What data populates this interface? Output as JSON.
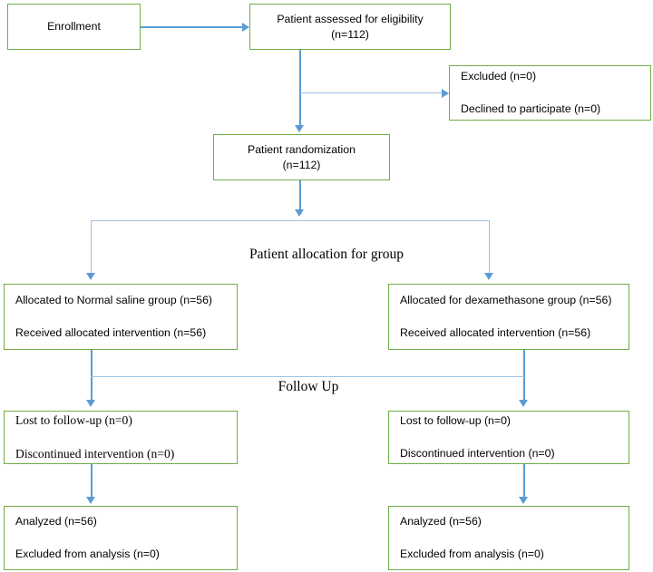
{
  "diagram": {
    "title": "CONSORT participant flow diagram",
    "colors": {
      "box_border": "#70AD47",
      "arrow": "#5B9BD5",
      "connector_light": "#9DC3E6",
      "text": "#000000",
      "background": "#ffffff"
    }
  },
  "stages": {
    "enrollment": {
      "label": "Enrollment"
    },
    "assessed": {
      "line1": "Patient assessed for eligibility",
      "line2": "(n=112)"
    },
    "excluded": {
      "line1": "Excluded (n=0)",
      "line2": "Declined to participate (n=0)"
    },
    "randomization": {
      "line1": "Patient randomization",
      "line2": "(n=112)"
    },
    "allocation_label": "Patient allocation for group",
    "allocation_left": {
      "line1": "Allocated to Normal saline group (n=56)",
      "line2": "Received allocated intervention (n=56)"
    },
    "allocation_right": {
      "line1": "Allocated for dexamethasone group (n=56)",
      "line2": "Received allocated intervention (n=56)"
    },
    "followup_label": "Follow Up",
    "followup_left": {
      "line1": "Lost to follow-up (n=0)",
      "line2": "Discontinued intervention (n=0)"
    },
    "followup_right": {
      "line1": "Lost to follow-up (n=0)",
      "line2": "Discontinued intervention (n=0)"
    },
    "analysis_left": {
      "line1": "Analyzed (n=56)",
      "line2": "Excluded from analysis (n=0)"
    },
    "analysis_right": {
      "line1": "Analyzed (n=56)",
      "line2": "Excluded from analysis (n=0)"
    }
  },
  "chart_data": {
    "type": "diagram",
    "title": "CONSORT flow diagram",
    "nodes": [
      {
        "id": "enrollment",
        "label": "Enrollment",
        "n": null
      },
      {
        "id": "assessed",
        "label": "Patient assessed for eligibility",
        "n": 112
      },
      {
        "id": "excluded",
        "label": "Excluded",
        "n": 0
      },
      {
        "id": "declined",
        "label": "Declined to participate",
        "n": 0
      },
      {
        "id": "randomization",
        "label": "Patient randomization",
        "n": 112
      },
      {
        "id": "alloc_saline",
        "label": "Allocated to Normal saline group",
        "n": 56
      },
      {
        "id": "recv_saline",
        "label": "Received allocated intervention",
        "n": 56
      },
      {
        "id": "alloc_dexa",
        "label": "Allocated for dexamethasone group",
        "n": 56
      },
      {
        "id": "recv_dexa",
        "label": "Received allocated intervention",
        "n": 56
      },
      {
        "id": "lost_left",
        "label": "Lost to follow-up",
        "n": 0
      },
      {
        "id": "disc_left",
        "label": "Discontinued intervention",
        "n": 0
      },
      {
        "id": "lost_right",
        "label": "Lost to follow-up",
        "n": 0
      },
      {
        "id": "disc_right",
        "label": "Discontinued intervention",
        "n": 0
      },
      {
        "id": "analyzed_left",
        "label": "Analyzed",
        "n": 56
      },
      {
        "id": "exc_anal_left",
        "label": "Excluded from analysis",
        "n": 0
      },
      {
        "id": "analyzed_right",
        "label": "Analyzed",
        "n": 56
      },
      {
        "id": "exc_anal_right",
        "label": "Excluded from analysis",
        "n": 0
      }
    ],
    "edges": [
      {
        "from": "enrollment",
        "to": "assessed"
      },
      {
        "from": "assessed",
        "to": "excluded"
      },
      {
        "from": "assessed",
        "to": "randomization"
      },
      {
        "from": "randomization",
        "to": "alloc_saline"
      },
      {
        "from": "randomization",
        "to": "alloc_dexa"
      },
      {
        "from": "alloc_saline",
        "to": "lost_left"
      },
      {
        "from": "alloc_dexa",
        "to": "lost_right"
      },
      {
        "from": "lost_left",
        "to": "analyzed_left"
      },
      {
        "from": "lost_right",
        "to": "analyzed_right"
      }
    ],
    "sections": [
      "Enrollment",
      "Patient allocation for group",
      "Follow Up"
    ]
  }
}
